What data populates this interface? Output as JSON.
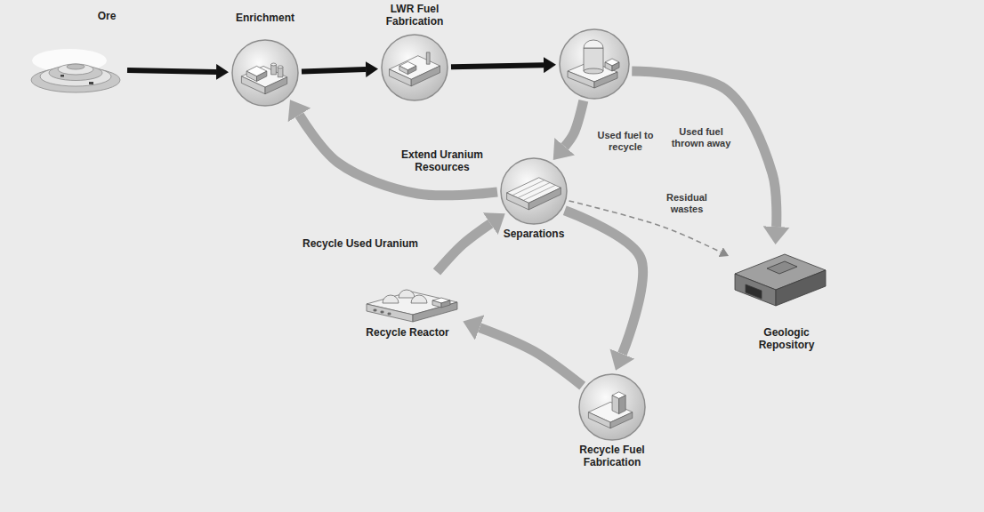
{
  "diagram": {
    "nodes": [
      {
        "text": [
          "Ore"
        ]
      },
      {
        "text": [
          "Enrichment"
        ]
      },
      {
        "text": [
          "LWR Fuel Fabrication"
        ]
      },
      {
        "text": []
      },
      {
        "text": [
          "Separations"
        ]
      },
      {
        "text": [
          "Geologic Repository"
        ]
      },
      {
        "text": [
          "Recycle Reactor"
        ]
      },
      {
        "text": [
          "Recycle Fuel Fabrication"
        ]
      }
    ],
    "edges": [
      {
        "from": 0,
        "to": 1,
        "arrow": "to"
      },
      {
        "from": 1,
        "to": 2,
        "arrow": "to"
      },
      {
        "from": 2,
        "to": 3,
        "arrow": "to"
      },
      {
        "from": 3,
        "to": 4,
        "label": "Used fuel to recycle",
        "arrow": "to"
      },
      {
        "from": 3,
        "to": 5,
        "label": "Used fuel thrown away",
        "arrow": "to"
      },
      {
        "from": 4,
        "to": 5,
        "label": "Residual wastes",
        "arrow": "to"
      },
      {
        "from": 4,
        "to": 1,
        "arrow": "to"
      },
      {
        "from": 4,
        "to": 7,
        "arrow": "to"
      },
      {
        "from": 7,
        "to": 6,
        "arrow": "to"
      },
      {
        "from": 6,
        "to": 4,
        "arrow": "to"
      }
    ],
    "labels": [
      "Extend Uranium Resources",
      "Recycle Used Uranium"
    ]
  }
}
